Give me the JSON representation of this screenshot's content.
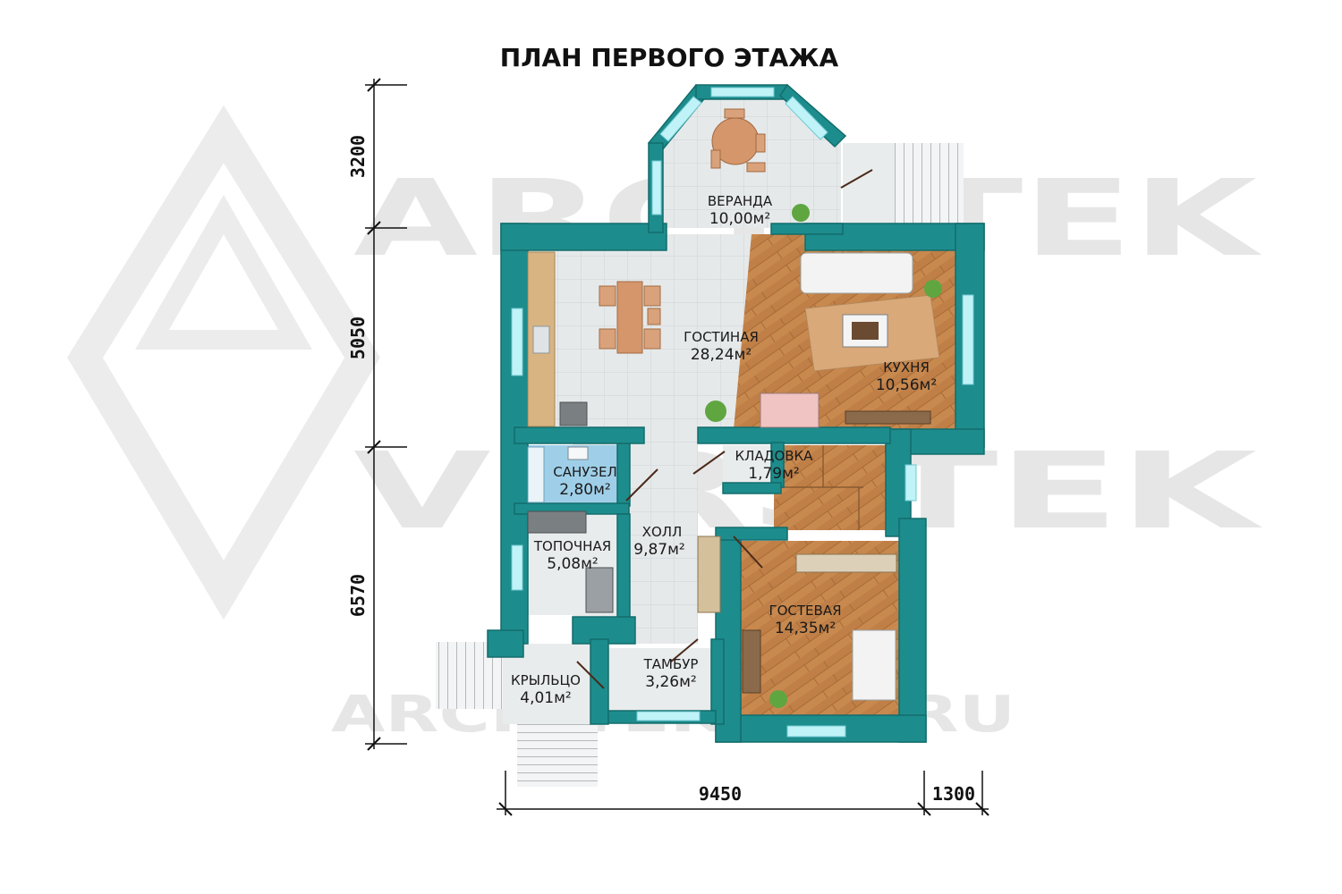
{
  "title": "ПЛАН ПЕРВОГО ЭТАЖА",
  "watermark": {
    "line1": "ARCHITEK",
    "line2": "VERSTEK",
    "line3": "ARCHITEKSPB.RU"
  },
  "rooms": [
    {
      "id": "veranda",
      "name": "ВЕРАНДА",
      "area": "10,00м²"
    },
    {
      "id": "living",
      "name": "ГОСТИНАЯ",
      "area": "28,24м²"
    },
    {
      "id": "kitchen",
      "name": "КУХНЯ",
      "area": "10,56м²"
    },
    {
      "id": "bathroom",
      "name": "САНУЗЕЛ",
      "area": "2,80м²"
    },
    {
      "id": "pantry",
      "name": "КЛАДОВКА",
      "area": "1,79м²"
    },
    {
      "id": "boiler",
      "name": "ТОПОЧНАЯ",
      "area": "5,08м²"
    },
    {
      "id": "hall",
      "name": "ХОЛЛ",
      "area": "9,87м²"
    },
    {
      "id": "guest",
      "name": "ГОСТЕВАЯ",
      "area": "14,35м²"
    },
    {
      "id": "porch",
      "name": "КРЫЛЬЦО",
      "area": "4,01м²"
    },
    {
      "id": "vestibule",
      "name": "ТАМБУР",
      "area": "3,26м²"
    }
  ],
  "dimensions": {
    "vertical": [
      "3200",
      "5050",
      "6570"
    ],
    "horizontal": [
      "9450",
      "1300"
    ]
  },
  "colors": {
    "wall": "#1d8c8c",
    "wall_dark": "#136d6d",
    "window": "#bff3f7",
    "tile": "#e4e7e8",
    "wood": "#c68a55",
    "wood_dark": "#a86a3a"
  }
}
